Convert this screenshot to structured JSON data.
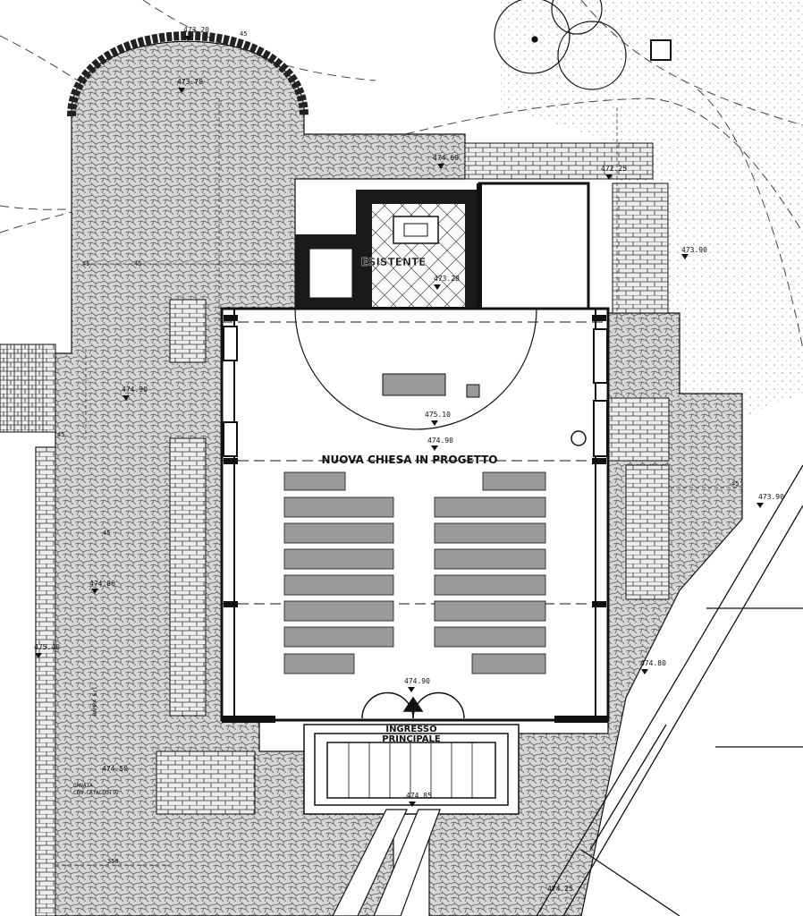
{
  "labels": {
    "existing": "ESISTENTE",
    "new_church": "NUOVA CHIESA  IN PROGETTO",
    "entrance_line1": "INGRESSO",
    "entrance_line2": "PRINCIPALE",
    "note_line1": "ORNATA",
    "note_line2": "CON CATALUOTTO",
    "road": "RAMPA 6:1"
  },
  "elevations": {
    "e1": "473.20",
    "e2": "473.70",
    "e3": "474.60",
    "e4": "472.25",
    "e5": "473.90",
    "e6": "473.28",
    "e7": "474.90",
    "e8": "475.10",
    "e9": "474.90",
    "e10": "474.86",
    "e11": "473.90",
    "e12": "475.40",
    "e13": "474.50",
    "e14": "474.80",
    "e15": "474.90",
    "e16": "474.85",
    "e17": "474.25"
  },
  "dimensions": {
    "d1": "45",
    "d2": "45",
    "d3": "45",
    "d4": "350",
    "d5": "45",
    "d6": "45",
    "d7": "45"
  },
  "colors": {
    "ink": "#111111",
    "paving": "#bdbdbd",
    "wall": "#1a1a1a",
    "pews": "#9a9a9a",
    "paper": "#ffffff"
  }
}
